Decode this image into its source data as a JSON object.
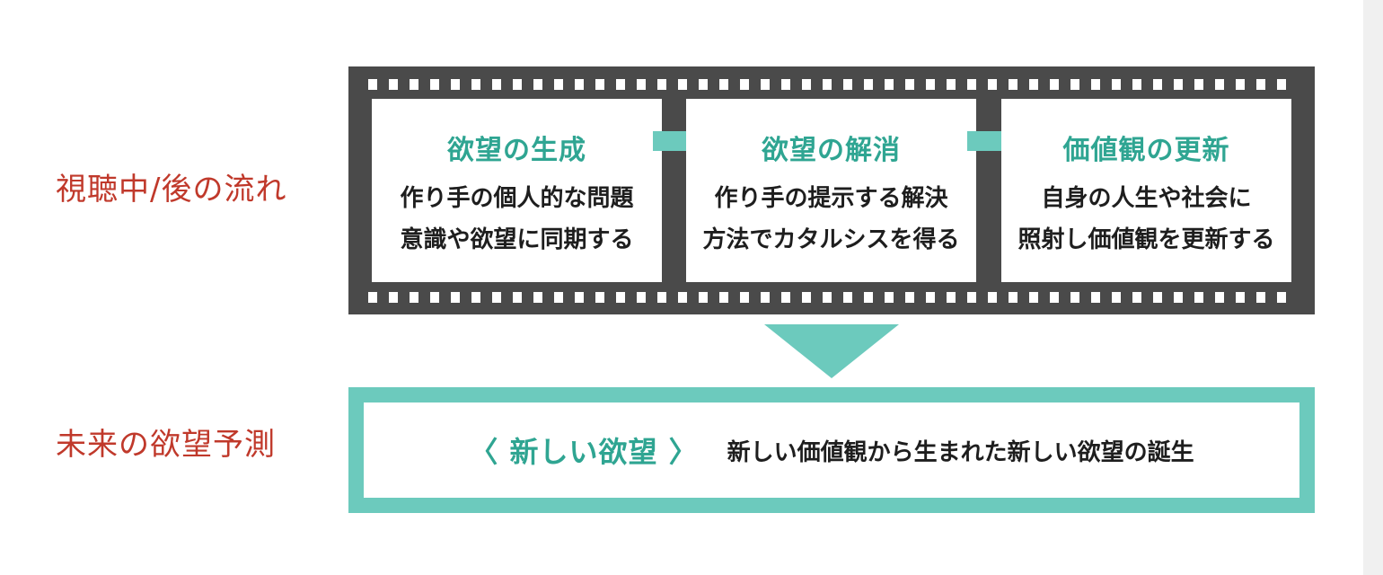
{
  "colors": {
    "accent_teal": "#2fa592",
    "arrow_teal": "#6ccabd",
    "label_red": "#c0392b",
    "film_gray": "#4a4a4a"
  },
  "labels": {
    "top": "視聴中/後の流れ",
    "bottom": "未来の欲望予測"
  },
  "frames": [
    {
      "title": "欲望の生成",
      "line1": "作り手の個人的な問題",
      "line2": "意識や欲望に同期する"
    },
    {
      "title": "欲望の解消",
      "line1": "作り手の提示する解決",
      "line2": "方法でカタルシスを得る"
    },
    {
      "title": "価値観の更新",
      "line1": "自身の人生や社会に",
      "line2": "照射し価値観を更新する"
    }
  ],
  "result": {
    "title": "〈 新しい欲望 〉",
    "description": "新しい価値観から生まれた新しい欲望の誕生"
  }
}
